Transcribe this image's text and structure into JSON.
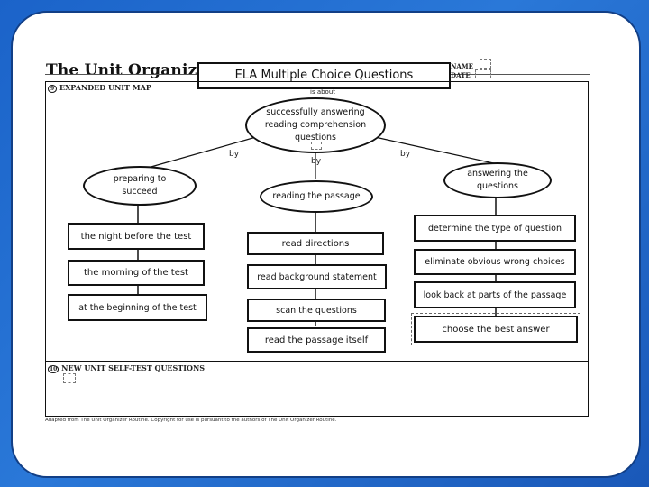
{
  "header": {
    "organizer_title": "The Unit Organizer",
    "unit_title": "ELA Multiple Choice Questions",
    "name_label": "NAME",
    "date_label": "DATE"
  },
  "sections": {
    "expanded_unit_map": "EXPANDED UNIT MAP",
    "expanded_unit_map_number": "9",
    "self_test": "NEW UNIT SELF-TEST QUESTIONS",
    "self_test_number": "10"
  },
  "map": {
    "top_connector": "is about",
    "center": "successfully answering reading comprehension questions",
    "left_link": "by",
    "middle_link": "by",
    "right_link": "by",
    "branches": [
      {
        "title": "preparing to succeed",
        "items": [
          "the night before the test",
          "the morning of the test",
          "at the beginning of the test"
        ]
      },
      {
        "title": "reading the passage",
        "items": [
          "read directions",
          "read background statement",
          "scan the questions",
          "read the passage itself"
        ]
      },
      {
        "title": "answering the questions",
        "items": [
          "determine the type of question",
          "eliminate obvious wrong choices",
          "look back at parts of the passage",
          "choose the best answer"
        ]
      }
    ]
  },
  "footer": {
    "credit": "Adapted from The Unit Organizer Routine. Copyright for use is pursuant to the authors of The Unit Organizer Routine."
  }
}
